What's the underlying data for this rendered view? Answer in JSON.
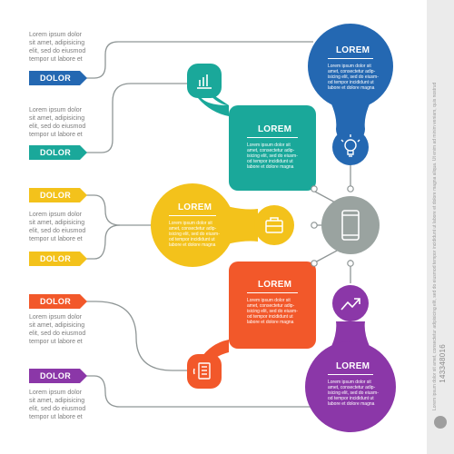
{
  "blocks": [
    {
      "title": "LOREM",
      "text": [
        "Lorem ipsum dolor sit",
        "amet, consectetur adip-",
        "isicing elit, sed do eiusm-",
        "od tempor incididunt ut",
        "labore et dolore magna"
      ],
      "color": "#2468b2"
    },
    {
      "title": "LOREM",
      "text": [
        "Lorem ipsum dolor sit",
        "amet, consectetur adip-",
        "isicing elit, sed do eiusm-",
        "od tempor incididunt ut",
        "labore et dolore magna"
      ],
      "color": "#1aa89a"
    },
    {
      "title": "LOREM",
      "text": [
        "Lorem ipsum dolor sit",
        "amet, consectetur adip-",
        "isicing elit, sed do eiusm-",
        "od tempor incididunt ut",
        "labore et dolore magna"
      ],
      "color": "#f3c21b"
    },
    {
      "title": "LOREM",
      "text": [
        "Lorem ipsum dolor sit",
        "amet, consectetur adip-",
        "isicing elit, sed do eiusm-",
        "od tempor incididunt ut",
        "labore et dolore magna"
      ],
      "color": "#f2582a"
    },
    {
      "title": "LOREM",
      "text": [
        "Lorem ipsum dolor sit",
        "amet, consectetur adip-",
        "isicing elit, sed do eiusm-",
        "od tempor incididunt ut",
        "labore et dolore magna"
      ],
      "color": "#8b37a8"
    }
  ],
  "tags": [
    {
      "label": "DOLOR",
      "color": "#2468b2"
    },
    {
      "label": "DOLOR",
      "color": "#1aa89a"
    },
    {
      "label": "DOLOR",
      "color": "#f3c21b"
    },
    {
      "label": "DOLOR",
      "color": "#f3c21b"
    },
    {
      "label": "DOLOR",
      "color": "#f2582a"
    },
    {
      "label": "DOLOR",
      "color": "#8b37a8"
    }
  ],
  "left_texts": [
    [
      "Lorem ipsum dolor",
      "sit amet, adipisicing",
      "elit, sed do eiusmod",
      "tempor ut labore et"
    ],
    [
      "Lorem ipsum dolor",
      "sit amet, adipisicing",
      "elit, sed do eiusmod",
      "tempor ut labore et"
    ],
    [
      "Lorem ipsum dolor",
      "sit amet, adipisicing",
      "elit, sed do eiusmod",
      "tempor ut labore et"
    ],
    [
      "Lorem ipsum dolor",
      "sit amet, adipisicing",
      "elit, sed do eiusmod",
      "tempor ut labore et"
    ],
    [
      "Lorem ipsum dolor",
      "sit amet, adipisicing",
      "elit, sed do eiusmod",
      "tempor ut labore et"
    ]
  ],
  "icons": [
    "bar-chart-icon",
    "lightbulb-icon",
    "briefcase-icon",
    "smartphone-icon",
    "trend-arrow-icon",
    "document-icon"
  ],
  "hub_color": "#9aa3a0",
  "line_color": "#8f9696",
  "sidebar": {
    "vertical_text": "Lorem ipsum dolor sit amet, consectetur adipisicing elit, sed do eiusmod tempor incididunt ut labore et dolore magna aliqua. Ut enim ad minim veniam, quis nostrud",
    "stock_id": "143348016"
  }
}
